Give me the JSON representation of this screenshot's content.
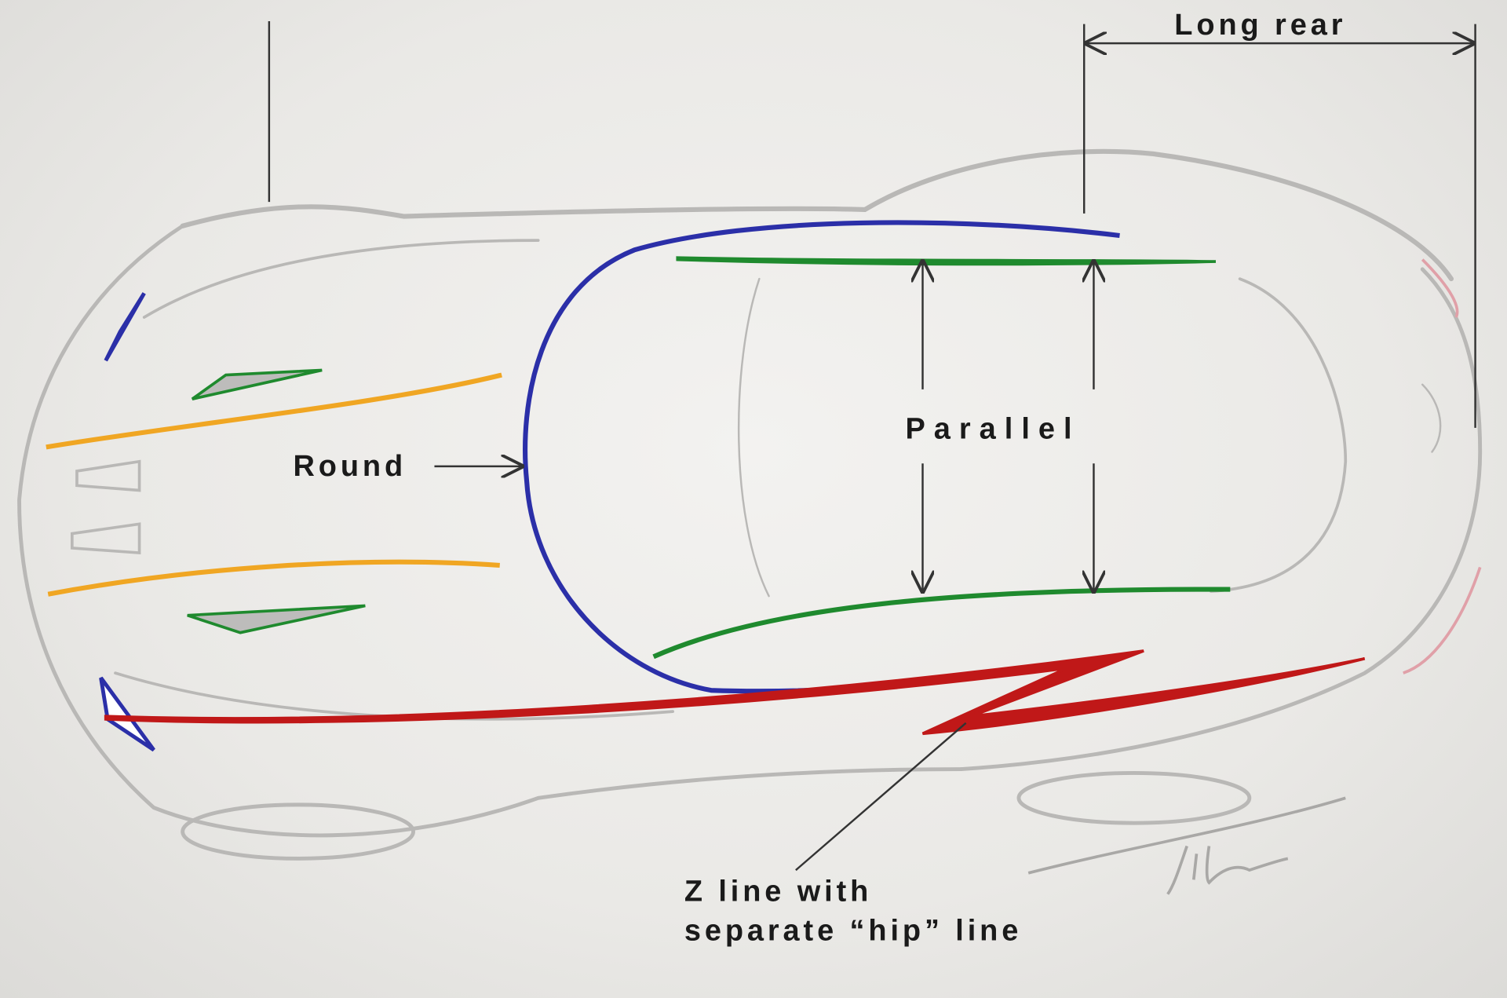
{
  "labels": {
    "long_rear": "Long rear",
    "round": "Round",
    "parallel": "Parallel",
    "z_line_1": "Z line with",
    "z_line_2": "separate “hip” line"
  },
  "signature": "Fisker",
  "colors": {
    "round_line": "#2b2fa8",
    "parallel_lines": "#1f8a2e",
    "hood_lines": "#f0a623",
    "z_line": "#c01818",
    "vents": "#1f8a2e",
    "headlights": "#2b2fa8"
  }
}
